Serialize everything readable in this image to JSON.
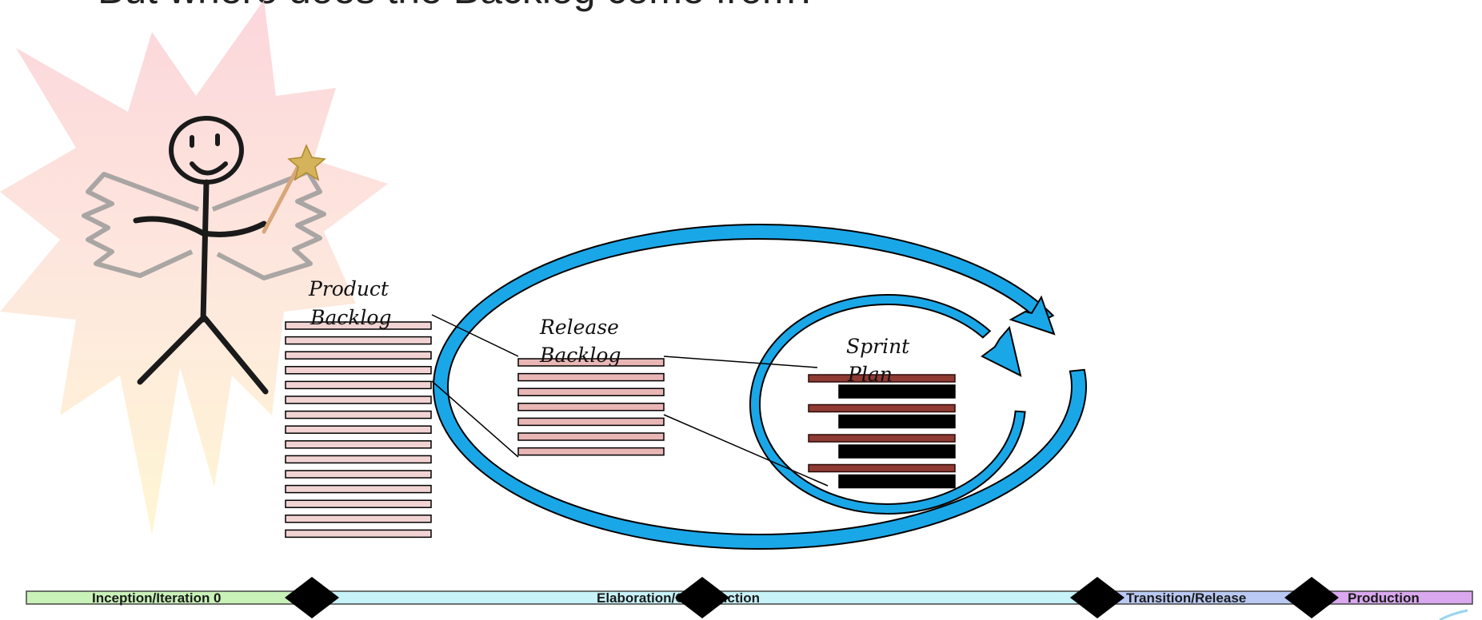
{
  "slide": {
    "title": "But where does the Backlog come from?"
  },
  "labels": {
    "product_backlog_line1": "Product",
    "product_backlog_line2": "Backlog",
    "release_backlog_line1": "Release",
    "release_backlog_line2": "Backlog",
    "sprint_plan_line1": "Sprint",
    "sprint_plan_line2": "Plan"
  },
  "timeline": {
    "phases": [
      "Inception/Iteration 0",
      "Elaboration/Construction",
      "Transition/Release",
      "Production"
    ]
  },
  "colors": {
    "cycle_arrow": "#1aa7e8",
    "backlog_item": "#f2d3d3",
    "release_item": "#e9b6b6",
    "sprint_item": "#8f3a33",
    "task_item": "#000000",
    "inception": "#c9f2b8",
    "elaboration": "#c7f2f7",
    "transition": "#b9c9f3",
    "production": "#d9a8ef",
    "milestone": "#000000"
  },
  "icons": [
    "fairy-stick-figure-icon",
    "magic-wand-icon",
    "starburst-icon",
    "milestone-diamond-icon"
  ]
}
